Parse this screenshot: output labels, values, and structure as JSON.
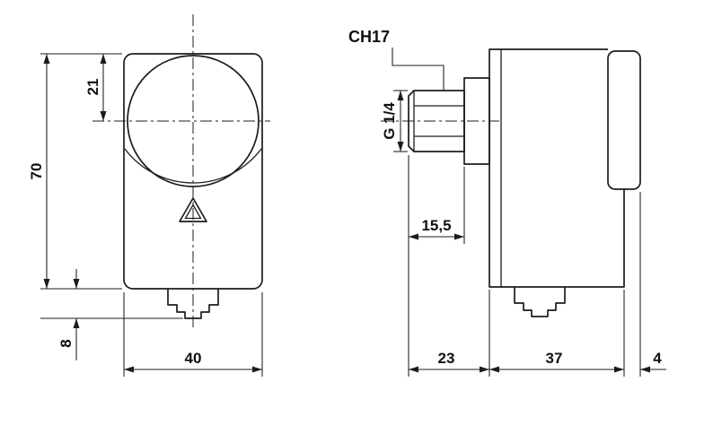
{
  "drawing": {
    "front_view": {
      "overall_height": "70",
      "dial_offset": "21",
      "spigot_height": "8",
      "width": "40"
    },
    "side_view": {
      "wrench_label": "CH17",
      "thread_label": "G 1/4",
      "thread_length": "15,5",
      "front_depth": "23",
      "body_depth": "37",
      "cap_depth": "4"
    },
    "colors": {
      "line": "#1c1c1c",
      "background": "#ffffff"
    }
  }
}
